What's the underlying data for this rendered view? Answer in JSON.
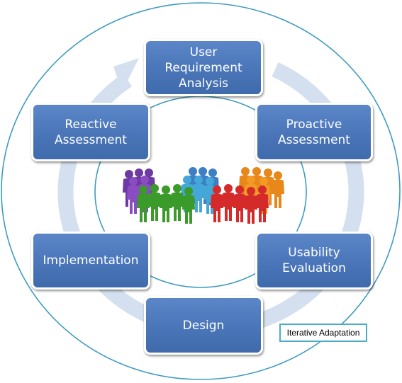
{
  "diagram": {
    "nodes": {
      "user_requirement_analysis": "User Requirement Analysis",
      "proactive_assessment": "Proactive Assessment",
      "usability_evaluation": "Usability Evaluation",
      "design": "Design",
      "implementation": "Implementation",
      "reactive_assessment": "Reactive Assessment"
    },
    "cycle_label": "Iterative Adaptation",
    "center_image": "group-of-people-icon",
    "colors": {
      "box_fill": "#4a76b9",
      "box_border": "#ffffff",
      "ring_stroke": "#3e9cbf",
      "arrow_fill": "#d4e0ef",
      "people_purple": "#7a3fb0",
      "people_green": "#3a9a2a",
      "people_red": "#d42a2a",
      "people_orange": "#f08a1c"
    }
  }
}
